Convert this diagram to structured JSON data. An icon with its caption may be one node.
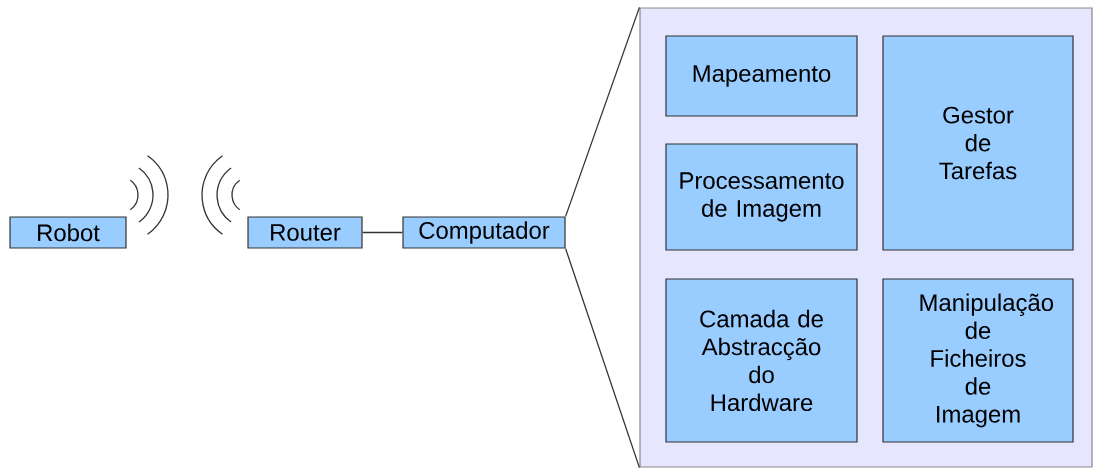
{
  "diagram": {
    "nodes": [
      {
        "text": [
          "Robot"
        ]
      },
      {
        "text": [
          "Router"
        ]
      },
      {
        "text": [
          "Computador"
        ]
      },
      {
        "text": [],
        "shape": "box"
      },
      {
        "text": [
          "Mapeamento"
        ],
        "in": 3
      },
      {
        "text": [
          "Gestor de Tarefas"
        ],
        "in": 3
      },
      {
        "text": [
          "Processamento de Imagem"
        ],
        "in": 3
      },
      {
        "text": [
          "Camada de Abstracção do Hardware"
        ],
        "in": 3
      },
      {
        "text": [
          "Manipulação de Ficheiros de Imagem"
        ],
        "in": 3
      }
    ],
    "edges": [
      {
        "from": 1,
        "to": 2,
        "arrow": "none"
      },
      {
        "from": 2,
        "to": 3,
        "arrow": "none"
      },
      {
        "from": 2,
        "to": 3,
        "arrow": "none"
      }
    ]
  }
}
